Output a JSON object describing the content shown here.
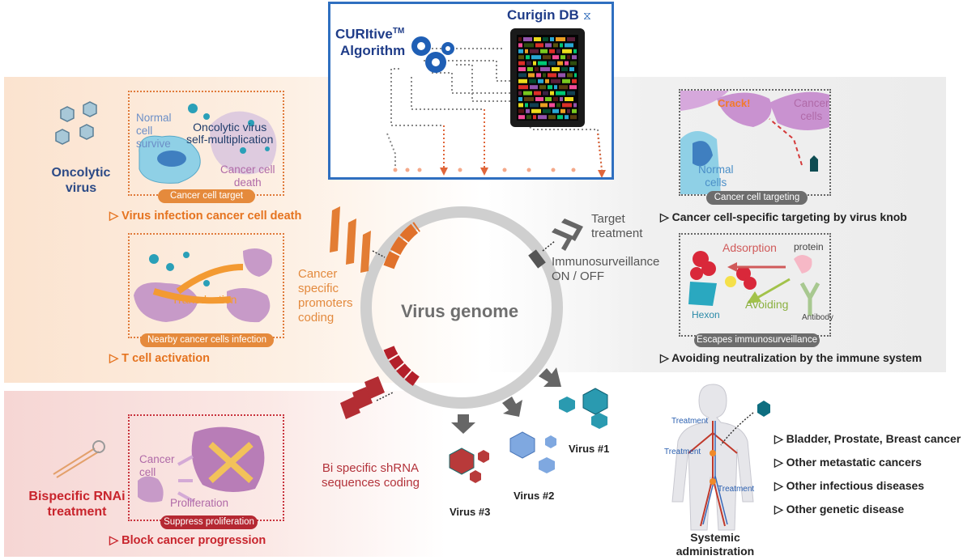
{
  "db": {
    "algorithm_title": "CURItive™ Algorithm",
    "algorithm_line1": "CURItive",
    "algorithm_tm": "TM",
    "algorithm_line2": "Algorithm",
    "db_title": "Curigin DB"
  },
  "oncolytic": {
    "title_line1": "Oncolytic",
    "title_line2": "virus",
    "box1": {
      "normal_cell": [
        "Normal",
        "cell",
        "survive"
      ],
      "oncolytic_text": [
        "Oncolytic virus",
        "self-multiplication"
      ],
      "cancer_death": [
        "Cancer cell",
        "death"
      ],
      "pill": "Cancer cell target"
    },
    "heading1": "▷ Virus infection cancer cell death",
    "box2": {
      "transduction": "Transduction",
      "pill": "Nearby cancer cells infection"
    },
    "heading2": "▷ T cell activation"
  },
  "rnai": {
    "title_line1": "Bispecific RNAi",
    "title_line2": "treatment",
    "box": {
      "cancer_cell": [
        "Cancer",
        "cell"
      ],
      "proliferation": "Proliferation",
      "pill": "Suppress proliferation"
    },
    "heading": "▷ Block cancer progression"
  },
  "center": {
    "genome_label": "Virus genome",
    "promoters": [
      "Cancer",
      "specific",
      "promoters",
      "coding"
    ],
    "shrna": [
      "Bi specific shRNA",
      "sequences coding"
    ],
    "target_treatment": [
      "Target",
      "treatment"
    ],
    "immuno": [
      "Immunosurveillance",
      "ON / OFF"
    ],
    "virus1": "Virus #1",
    "virus2": "Virus #2",
    "virus3": "Virus #3"
  },
  "targeting": {
    "crack": "Crack!",
    "cancer_cells": [
      "Cancer",
      "cells"
    ],
    "normal_cells": [
      "Normal",
      "cells"
    ],
    "pill": "Cancer cell targeting",
    "heading": "▷ Cancer cell-specific targeting by virus knob"
  },
  "immune": {
    "adsorption": "Adsorption",
    "protein": "protein",
    "hexon": "Hexon",
    "avoiding": "Avoiding",
    "antibody": "Antibody",
    "pill": "Escapes immunosurveillance",
    "heading": "▷ Avoiding neutralization by the immune system"
  },
  "systemic": {
    "treatment_labels": [
      "Treatment",
      "Treatment",
      "Treatment"
    ],
    "title_line1": "Systemic",
    "title_line2": "administration",
    "indications": [
      "▷ Bladder, Prostate, Breast cancer",
      "▷ Other metastatic cancers",
      "▷ Other infectious diseases",
      "▷ Other genetic disease"
    ]
  },
  "colors": {
    "orange": "#e5731f",
    "red": "#c8242c",
    "navy": "#1f3c88",
    "db_border": "#2f6fc0",
    "gray_ring": "#c4c4c4"
  }
}
